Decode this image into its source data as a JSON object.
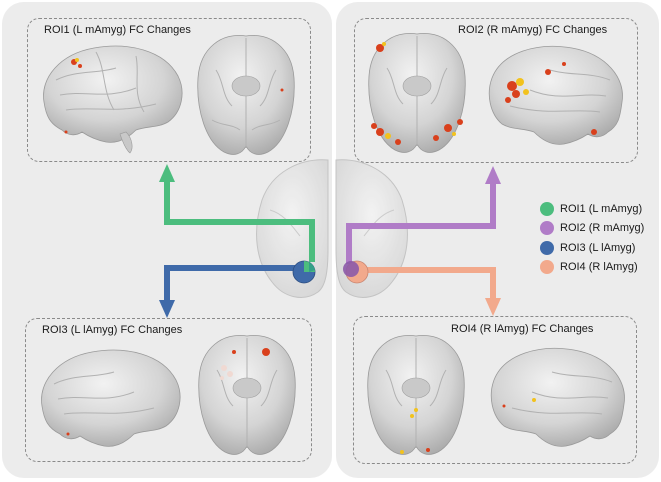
{
  "panels": {
    "roi1": {
      "title": "ROI1 (L mAmyg) FC Changes"
    },
    "roi2": {
      "title": "ROI2 (R mAmyg) FC Changes"
    },
    "roi3": {
      "title": "ROI3 (L lAmyg) FC Changes"
    },
    "roi4": {
      "title": "ROI4 (R lAmyg) FC Changes"
    }
  },
  "legend": {
    "items": [
      {
        "label": "ROI1 (L mAmyg)",
        "color": "#4cbd7e"
      },
      {
        "label": "ROI2 (R mAmyg)",
        "color": "#b07cc7"
      },
      {
        "label": "ROI3 (L lAmyg)",
        "color": "#3f6aa9"
      },
      {
        "label": "ROI4 (R lAmyg)",
        "color": "#f2a98c"
      }
    ]
  },
  "colors": {
    "roi1_arrow": "#4cbd7e",
    "roi2_arrow": "#b07cc7",
    "roi3_arrow": "#3f6aa9",
    "roi4_arrow": "#f2a98c",
    "activation": "#d9401c",
    "activation_peak": "#f2c21d",
    "brain_surface": "#d6d6d6"
  }
}
